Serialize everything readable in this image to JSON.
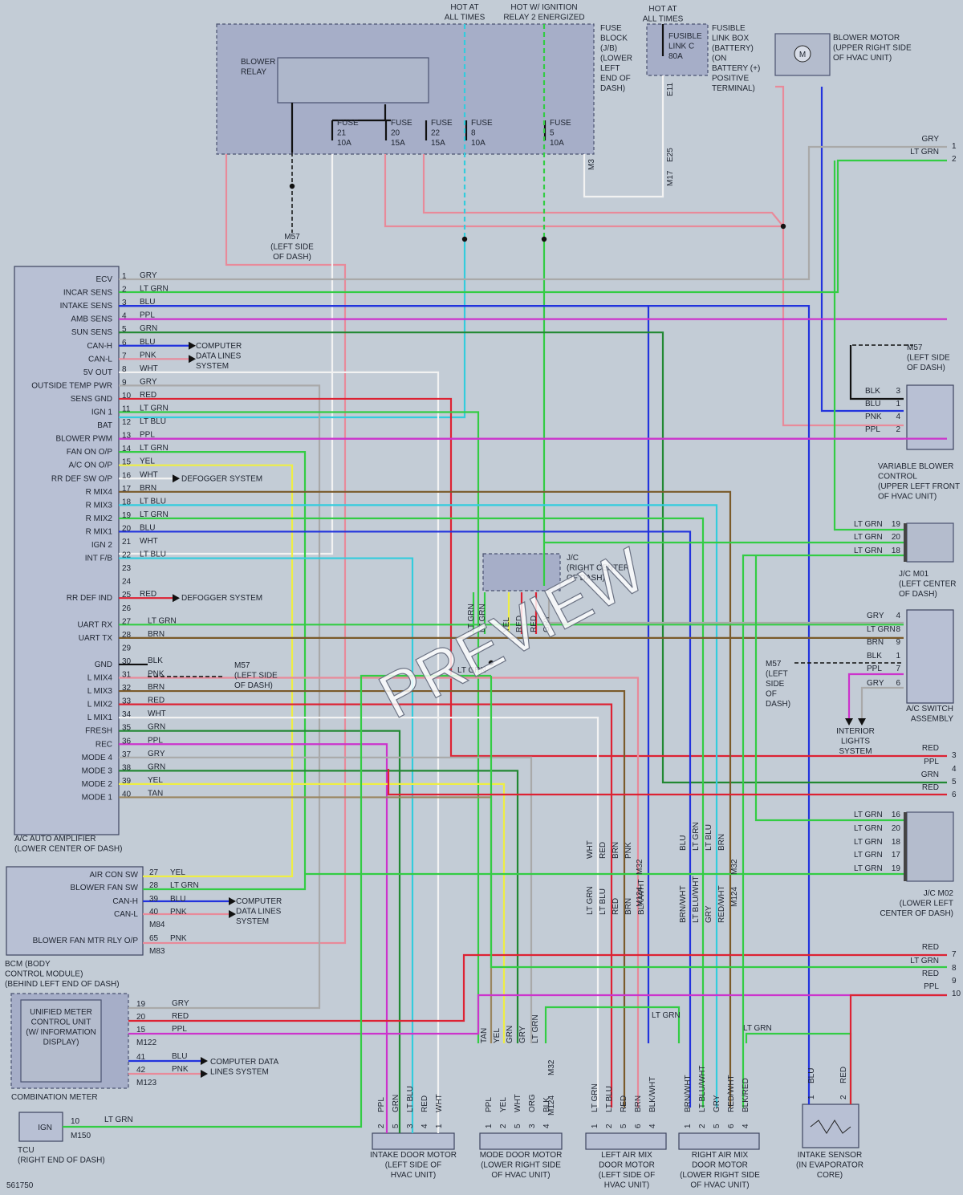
{
  "watermark": "PREVIEW",
  "diagram_id": "561750",
  "colors": {
    "GRY": "#a9a9a9",
    "LTGRN": "#33cc44",
    "BLU": "#2233dd",
    "PPL": "#cc33cc",
    "GRN": "#228833",
    "PNK": "#e88a9a",
    "WHT": "#f2f2f2",
    "RED": "#dd2233",
    "LTBLU": "#33ccdd",
    "YEL": "#eeee44",
    "BRN": "#7a5a2a",
    "TAN": "#9a8660",
    "BLK": "#111111",
    "ORG": "#ee8833"
  },
  "headers": {
    "hot_all_times_1": "HOT AT\nALL TIMES",
    "hot_ignition": "HOT W/ IGNITION\nRELAY 2 ENERGIZED",
    "hot_all_times_2": "HOT AT\nALL TIMES"
  },
  "fuse_block": {
    "label": "FUSE\nBLOCK\n(J/B)\n(LOWER\nLEFT\nEND OF\nDASH)",
    "relay": "BLOWER\nRELAY",
    "connector": "M3",
    "fuses": [
      {
        "label": "FUSE\n21\n10A"
      },
      {
        "label": "FUSE\n20\n15A"
      },
      {
        "label": "FUSE\n22\n15A"
      },
      {
        "label": "FUSE\n8\n10A"
      },
      {
        "label": "FUSE\n5\n10A"
      }
    ]
  },
  "fusible_link": {
    "inner": "FUSIBLE\nLINK C\n80A",
    "label": "FUSIBLE\nLINK BOX\n(BATTERY)\n(ON\nBATTERY (+)\nPOSITIVE\nTERMINAL)",
    "connectors": [
      "E11",
      "M17",
      "E25"
    ]
  },
  "blower_motor": {
    "label": "BLOWER MOTOR\n(UPPER RIGHT SIDE\nOF HVAC UNIT)",
    "symbol": "M"
  },
  "ground_labels": {
    "g1": "M57\n(LEFT SIDE\nOF DASH)",
    "g2": "M57\n(LEFT SIDE\nOF DASH)",
    "g3": "M57\n(LEFT SIDE\nOF DASH)",
    "g4": "M57\n(LEFT\nSIDE\nOF\nDASH)"
  },
  "amplifier": {
    "label": "A/C AUTO AMPLIFIER\n(LOWER CENTER OF DASH)",
    "pins": [
      {
        "n": "1",
        "name": "ECV",
        "wire": "GRY"
      },
      {
        "n": "2",
        "name": "INCAR SENS",
        "wire": "LT GRN"
      },
      {
        "n": "3",
        "name": "INTAKE SENS",
        "wire": "BLU"
      },
      {
        "n": "4",
        "name": "AMB SENS",
        "wire": "PPL"
      },
      {
        "n": "5",
        "name": "SUN SENS",
        "wire": "GRN"
      },
      {
        "n": "6",
        "name": "CAN-H",
        "wire": "BLU"
      },
      {
        "n": "7",
        "name": "CAN-L",
        "wire": "PNK"
      },
      {
        "n": "8",
        "name": "5V OUT",
        "wire": "WHT"
      },
      {
        "n": "9",
        "name": "OUTSIDE TEMP PWR",
        "wire": "GRY"
      },
      {
        "n": "10",
        "name": "SENS GND",
        "wire": "RED"
      },
      {
        "n": "11",
        "name": "IGN 1",
        "wire": "LT GRN"
      },
      {
        "n": "12",
        "name": "BAT",
        "wire": "LT BLU"
      },
      {
        "n": "13",
        "name": "BLOWER PWM",
        "wire": "PPL"
      },
      {
        "n": "14",
        "name": "FAN ON O/P",
        "wire": "LT GRN"
      },
      {
        "n": "15",
        "name": "A/C ON O/P",
        "wire": "YEL"
      },
      {
        "n": "16",
        "name": "RR DEF SW O/P",
        "wire": "WHT"
      },
      {
        "n": "17",
        "name": "R MIX4",
        "wire": "BRN"
      },
      {
        "n": "18",
        "name": "R MIX3",
        "wire": "LT BLU"
      },
      {
        "n": "19",
        "name": "R MIX2",
        "wire": "LT GRN"
      },
      {
        "n": "20",
        "name": "R MIX1",
        "wire": "BLU"
      },
      {
        "n": "21",
        "name": "IGN 2",
        "wire": "WHT"
      },
      {
        "n": "22",
        "name": "INT F/B",
        "wire": "LT BLU"
      },
      {
        "n": "23",
        "name": "",
        "wire": ""
      },
      {
        "n": "24",
        "name": "",
        "wire": ""
      },
      {
        "n": "25",
        "name": "RR DEF IND",
        "wire": "RED"
      },
      {
        "n": "26",
        "name": "",
        "wire": ""
      },
      {
        "n": "27",
        "name": "UART RX",
        "wire": "LT GRN"
      },
      {
        "n": "28",
        "name": "UART TX",
        "wire": "BRN"
      },
      {
        "n": "29",
        "name": "",
        "wire": ""
      },
      {
        "n": "30",
        "name": "GND",
        "wire": "BLK"
      },
      {
        "n": "31",
        "name": "L MIX4",
        "wire": "PNK"
      },
      {
        "n": "32",
        "name": "L MIX3",
        "wire": "BRN"
      },
      {
        "n": "33",
        "name": "L MIX2",
        "wire": "RED"
      },
      {
        "n": "34",
        "name": "L MIX1",
        "wire": "WHT"
      },
      {
        "n": "35",
        "name": "FRESH",
        "wire": "GRN"
      },
      {
        "n": "36",
        "name": "REC",
        "wire": "PPL"
      },
      {
        "n": "37",
        "name": "MODE 4",
        "wire": "GRY"
      },
      {
        "n": "38",
        "name": "MODE 3",
        "wire": "GRN"
      },
      {
        "n": "39",
        "name": "MODE 2",
        "wire": "YEL"
      },
      {
        "n": "40",
        "name": "MODE 1",
        "wire": "TAN"
      }
    ]
  },
  "refs": {
    "computer_data_lines": "COMPUTER\nDATA LINES\nSYSTEM",
    "defogger": "DEFOGGER SYSTEM",
    "computer_data_lines_2": "COMPUTER\nDATA LINES\nSYSTEM",
    "computer_data_lines_3": "COMPUTER DATA\nLINES SYSTEM",
    "interior_lights": "INTERIOR\nLIGHTS\nSYSTEM"
  },
  "bcm": {
    "label": "BCM (BODY\nCONTROL MODULE)\n(BEHIND LEFT END OF DASH)",
    "pins": [
      {
        "n": "27",
        "name": "AIR CON SW",
        "wire": "YEL"
      },
      {
        "n": "28",
        "name": "BLOWER FAN SW",
        "wire": "LT GRN"
      },
      {
        "n": "39",
        "name": "CAN-H",
        "wire": "BLU"
      },
      {
        "n": "40",
        "name": "CAN-L",
        "wire": "PNK"
      },
      {
        "n": "65",
        "name": "BLOWER FAN MTR RLY O/P",
        "wire": "PNK"
      }
    ],
    "connectors": [
      "M84",
      "M83"
    ]
  },
  "meter": {
    "inner": "UNIFIED METER\nCONTROL UNIT\n(W/ INFORMATION\nDISPLAY)",
    "label": "COMBINATION METER",
    "pins": [
      {
        "n": "19",
        "wire": "GRY"
      },
      {
        "n": "20",
        "wire": "RED"
      },
      {
        "n": "15",
        "wire": "PPL"
      },
      {
        "n": "41",
        "wire": "BLU"
      },
      {
        "n": "42",
        "wire": "PNK"
      }
    ],
    "connectors": [
      "M122",
      "M123"
    ]
  },
  "tcu": {
    "inner": "IGN",
    "label": "TCU\n(RIGHT END OF DASH)",
    "pin": "10",
    "wire": "LT GRN",
    "connector": "M150"
  },
  "vbc": {
    "label": "VARIABLE BLOWER\nCONTROL\n(UPPER LEFT FRONT\nOF HVAC UNIT)",
    "pins": [
      {
        "n": "3",
        "wire": "BLK"
      },
      {
        "n": "1",
        "wire": "BLU"
      },
      {
        "n": "4",
        "wire": "PNK"
      },
      {
        "n": "2",
        "wire": "PPL"
      }
    ]
  },
  "jc_m01": {
    "label": "J/C M01\n(LEFT CENTER\nOF DASH)",
    "pins": [
      {
        "n": "19",
        "wire": "LT GRN"
      },
      {
        "n": "20",
        "wire": "LT GRN"
      },
      {
        "n": "18",
        "wire": "LT GRN"
      }
    ]
  },
  "jc_center": {
    "label": "J/C\n(RIGHT CENTER\nOF DASH)",
    "wires": [
      "LT GRN",
      "LT GRN",
      "YEL",
      "RED",
      "RED",
      "GRY"
    ]
  },
  "ac_switch": {
    "label": "A/C SWITCH\nASSEMBLY",
    "pins": [
      {
        "n": "4",
        "wire": "GRY"
      },
      {
        "n": "8",
        "wire": "LT GRN"
      },
      {
        "n": "9",
        "wire": "BRN"
      },
      {
        "n": "1",
        "wire": "BLK"
      },
      {
        "n": "7",
        "wire": "PPL"
      },
      {
        "n": "6",
        "wire": "GRY"
      }
    ]
  },
  "jc_m02": {
    "label": "J/C M02\n(LOWER LEFT\nCENTER OF DASH)",
    "pins": [
      {
        "n": "16",
        "wire": "LT GRN"
      },
      {
        "n": "20",
        "wire": "LT GRN"
      },
      {
        "n": "18",
        "wire": "LT GRN"
      },
      {
        "n": "17",
        "wire": "LT GRN"
      },
      {
        "n": "19",
        "wire": "LT GRN"
      }
    ]
  },
  "offpage_right": [
    {
      "n": "1",
      "wire": "GRY"
    },
    {
      "n": "2",
      "wire": "LT GRN"
    },
    {
      "n": "3",
      "wire": "RED"
    },
    {
      "n": "4",
      "wire": "PPL"
    },
    {
      "n": "5",
      "wire": "GRN"
    },
    {
      "n": "6",
      "wire": "RED"
    },
    {
      "n": "7",
      "wire": "RED"
    },
    {
      "n": "8",
      "wire": "LT GRN"
    },
    {
      "n": "9",
      "wire": "RED"
    },
    {
      "n": "10",
      "wire": "PPL"
    }
  ],
  "intake_motor": {
    "label": "INTAKE DOOR MOTOR\n(LEFT SIDE OF\nHVAC UNIT)",
    "pins": [
      {
        "n": "2",
        "wire": "PPL"
      },
      {
        "n": "5",
        "wire": "GRN"
      },
      {
        "n": "3",
        "wire": "LT BLU"
      },
      {
        "n": "4",
        "wire": "RED"
      },
      {
        "n": "1",
        "wire": "WHT"
      }
    ]
  },
  "mode_motor": {
    "label": "MODE DOOR MOTOR\n(LOWER RIGHT SIDE\nOF HVAC UNIT)",
    "connector": "M32",
    "top_wires": [
      "TAN",
      "YEL",
      "GRN",
      "GRY",
      "LT GRN"
    ],
    "pins": [
      {
        "n": "1",
        "wire": "PPL"
      },
      {
        "n": "2",
        "wire": "YEL"
      },
      {
        "n": "5",
        "wire": "WHT"
      },
      {
        "n": "3",
        "wire": "ORG"
      },
      {
        "n": "4",
        "wire": "BLK"
      }
    ],
    "jc": "M124"
  },
  "left_mix": {
    "label": "LEFT AIR MIX\nDOOR MOTOR\n(LEFT SIDE OF\nHVAC UNIT)",
    "top_wires": [
      "WHT",
      "RED",
      "BRN",
      "PNK"
    ],
    "mid": [
      "LT GRN",
      "LT BLU",
      "RED",
      "BRN",
      "BLK/WHT"
    ],
    "pins": [
      {
        "n": "1",
        "wire": "LT GRN"
      },
      {
        "n": "2",
        "wire": "LT BLU"
      },
      {
        "n": "5",
        "wire": "RED"
      },
      {
        "n": "6",
        "wire": "BRN"
      },
      {
        "n": "4",
        "wire": "BLK/WHT"
      }
    ],
    "connectors": [
      "M32",
      "M124"
    ]
  },
  "right_mix": {
    "label": "RIGHT AIR MIX\nDOOR MOTOR\n(LOWER RIGHT SIDE\nOF HVAC UNIT)",
    "top_wires": [
      "BLU",
      "LT GRN",
      "LT BLU",
      "BRN"
    ],
    "mid": [
      "BRN/WHT",
      "LT BLU/WHT",
      "GRY",
      "RED/WHT"
    ],
    "pins": [
      {
        "n": "1",
        "wire": "BRN/WHT"
      },
      {
        "n": "2",
        "wire": "LT BLU/WHT"
      },
      {
        "n": "5",
        "wire": "GRY"
      },
      {
        "n": "6",
        "wire": "RED/WHT"
      },
      {
        "n": "4",
        "wire": "BLK/RED"
      }
    ],
    "connectors": [
      "M32",
      "M124"
    ]
  },
  "intake_sensor": {
    "label": "INTAKE SENSOR\n(IN EVAPORATOR\nCORE)",
    "pins": [
      {
        "n": "1",
        "wire": "BLU"
      },
      {
        "n": "2",
        "wire": "RED"
      }
    ]
  }
}
